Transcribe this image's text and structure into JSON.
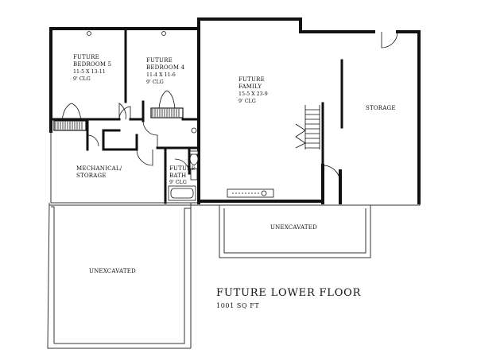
{
  "plan": {
    "title": "FUTURE LOWER FLOOR",
    "area": "1001 SQ FT"
  },
  "rooms": {
    "bedroom5": {
      "name1": "FUTURE",
      "name2": "BEDROOM 5",
      "dims": "11-5 X 13-11",
      "ceiling": "9' CLG"
    },
    "bedroom4": {
      "name1": "FUTURE",
      "name2": "BEDROOM 4",
      "dims": "11-4 X 11-6",
      "ceiling": "9' CLG"
    },
    "family": {
      "name1": "FUTURE",
      "name2": "FAMILY",
      "dims": "15-5 X 23-9",
      "ceiling": "9' CLG"
    },
    "storage": {
      "name": "STORAGE"
    },
    "mechanical": {
      "name1": "MECHANICAL/",
      "name2": "STORAGE"
    },
    "bath": {
      "name1": "FUTURE",
      "name2": "BATH",
      "ceiling": "9' CLG"
    },
    "unexcavated_center": {
      "name": "UNEXCAVATED"
    },
    "unexcavated_left": {
      "name": "UNEXCAVATED"
    }
  }
}
